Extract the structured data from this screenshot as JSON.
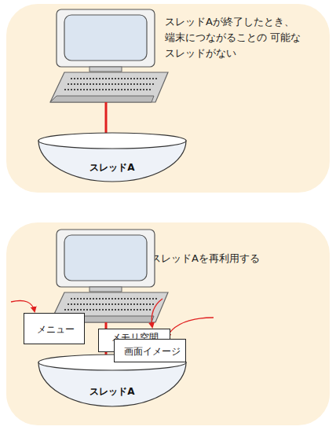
{
  "diagram": {
    "nodes": [
      {
        "text": [
          "スレッドAが終了したとき、 端末につながることの 可能な スレッドがない"
        ]
      },
      {
        "text": [
          "スレッドA"
        ],
        "in": 0
      },
      {
        "text": [
          "スレッドAを再利用する"
        ]
      },
      {
        "text": [
          "スレッドA"
        ],
        "in": 2
      },
      {
        "text": [
          "メニュー"
        ],
        "in": 2
      },
      {
        "text": [
          "メモリ空間"
        ],
        "in": 2
      },
      {
        "text": [
          "画面イメージ"
        ],
        "in": 2
      }
    ]
  }
}
